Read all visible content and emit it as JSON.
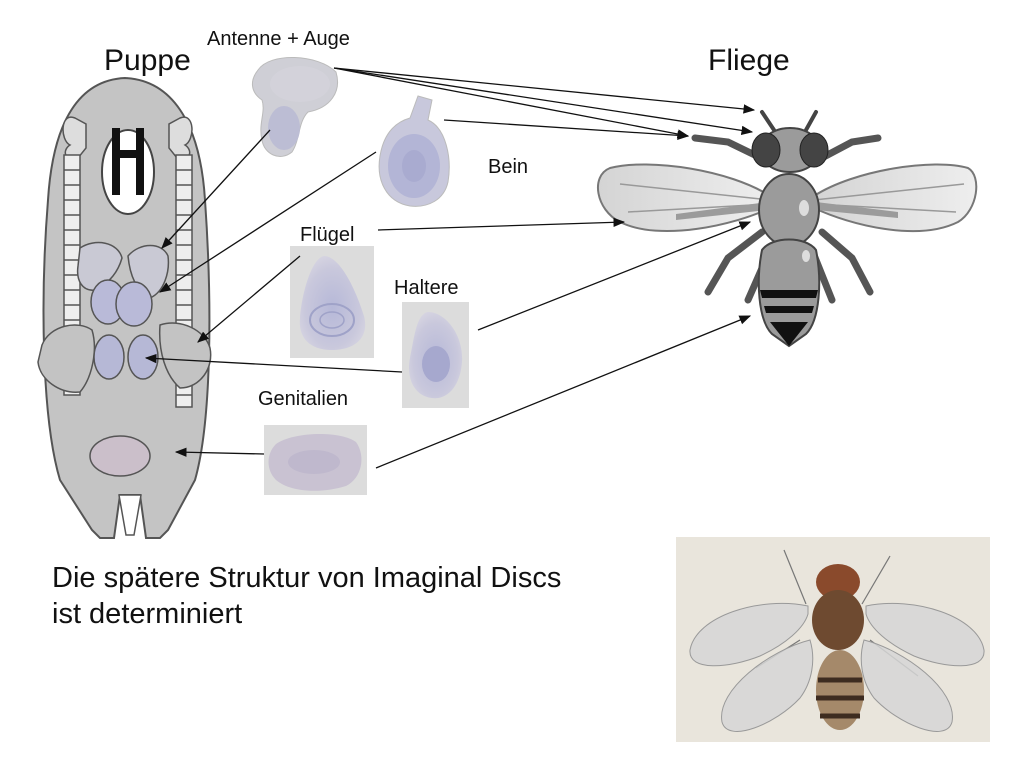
{
  "labels": {
    "pupa": "Puppe",
    "fly": "Fliege",
    "antenna_eye": "Antenne + Auge",
    "leg": "Bein",
    "wing": "Flügel",
    "haltere": "Haltere",
    "genitals": "Genitalien"
  },
  "caption": {
    "line1": "Die spätere Struktur von Imaginal Discs",
    "line2": "ist determiniert"
  },
  "colors": {
    "disc_fill": "#c9c8dc",
    "disc_panel": "#dcdcdc",
    "pupa_body": "#c4c4c4",
    "fly_body": "#9a9a9a",
    "arrow": "#111111"
  }
}
